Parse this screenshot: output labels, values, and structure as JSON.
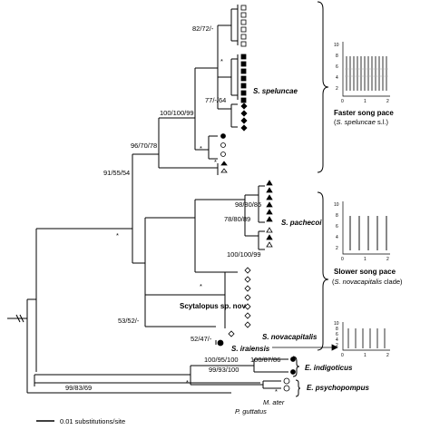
{
  "tree": {
    "taxa": {
      "speluncae": "S. speluncae",
      "pachecoi": "S. pachecoi",
      "sp_nov": "Scytalopus sp. nov",
      "novacapitalis": "S. novacapitalis",
      "iraiensis": "S. iraiensis",
      "indigoticus": "E. indigoticus",
      "psychopompus": "E. psychopompus",
      "ater": "M. ater",
      "guttatus": "P. guttatus"
    },
    "support": {
      "s1": "82/72/-",
      "s2": "100/100/99",
      "s3": "77/-/64",
      "s4": "96/70/78",
      "s5": "91/55/54",
      "s6": "98/80/85",
      "s7": "78/80/89",
      "s8": "100/100/99",
      "s9": "53/52/-",
      "s10": "52/47/-",
      "s11": "100/95/100",
      "s12": "100/87/86",
      "s13": "99/93/100",
      "s14": "99/83/69",
      "star": "*"
    },
    "scale_bar": "0.01 substitutions/site"
  },
  "songs": {
    "fast": {
      "title": "Faster song pace",
      "subtitle_sp": "S. speluncae",
      "subtitle_rest": " s.l.",
      "y_ticks": [
        "10",
        "8",
        "6",
        "4",
        "2"
      ],
      "x_ticks": [
        "0",
        "1",
        "2"
      ]
    },
    "slow": {
      "title": "Slower song pace",
      "subtitle_pre": "(",
      "subtitle_sp": "S. novacapitalis",
      "subtitle_rest": " clade)",
      "y_ticks": [
        "10",
        "8",
        "6",
        "4",
        "2"
      ],
      "x_ticks": [
        "0",
        "1",
        "2"
      ]
    },
    "third": {
      "y_ticks": [
        "10",
        "8",
        "6",
        "4",
        "2"
      ],
      "x_ticks": [
        "0",
        "1",
        "2"
      ]
    }
  }
}
